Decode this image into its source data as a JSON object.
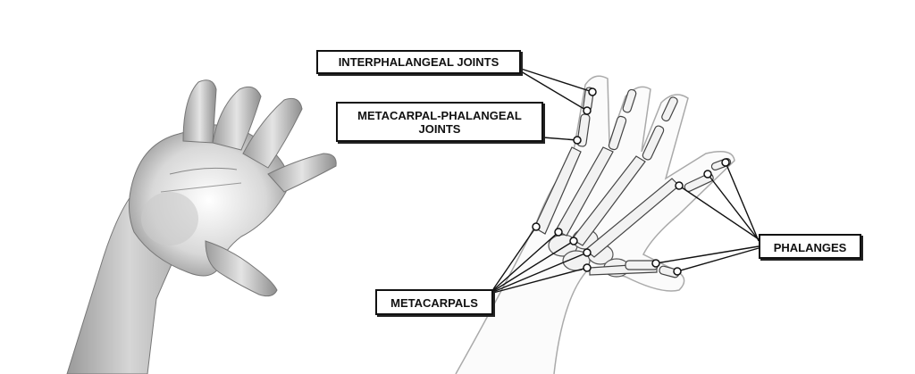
{
  "labels": {
    "interphalangeal_joints": "INTERPHALANGEAL JOINTS",
    "metacarpal_phalangeal_line1": "METACARPAL-PHALANGEAL",
    "metacarpal_phalangeal_line2": "JOINTS",
    "metacarpals": "METACARPALS",
    "phalanges": "PHALANGES"
  },
  "colors": {
    "background": "#ffffff",
    "ink": "#111111",
    "skin_shade": "#9a9a9a",
    "bone_fill": "#f2f2f2"
  }
}
